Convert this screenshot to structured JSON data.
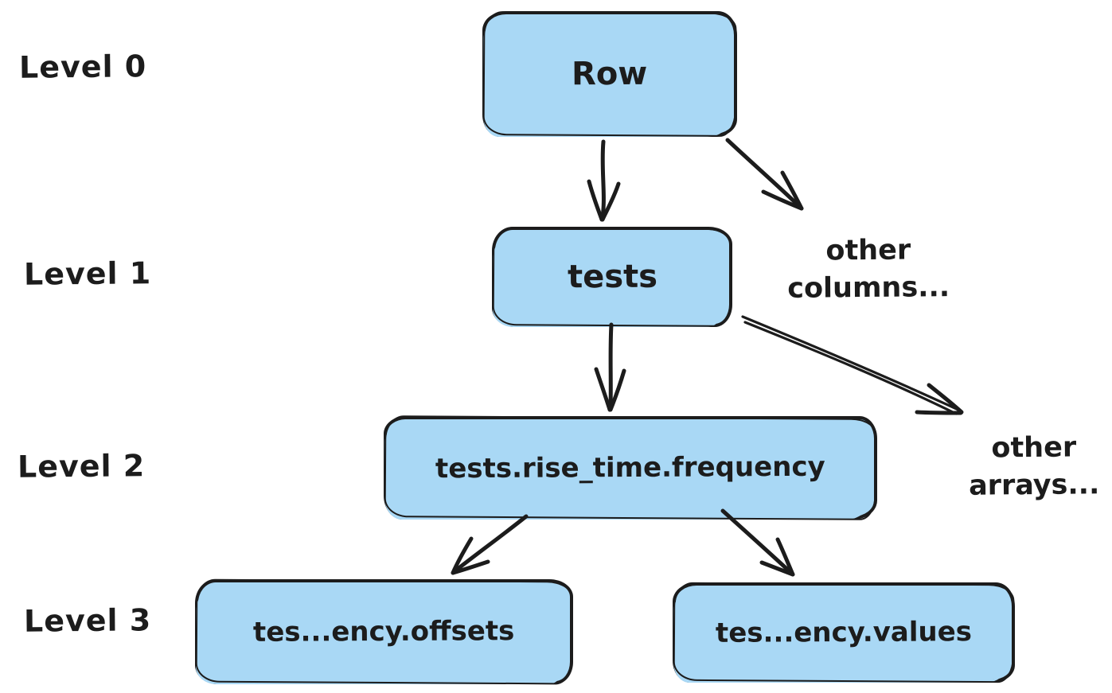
{
  "diagram": {
    "background_color": "#ffffff",
    "node_fill_color": "#a9d8f5",
    "stroke_color": "#1c1c1c",
    "levels": [
      {
        "label": "Level 0"
      },
      {
        "label": "Level 1"
      },
      {
        "label": "Level 2"
      },
      {
        "label": "Level 3"
      }
    ],
    "nodes": [
      {
        "id": "row",
        "label": "Row",
        "level": 0
      },
      {
        "id": "tests",
        "label": "tests",
        "level": 1
      },
      {
        "id": "frequency",
        "label": "tests.rise_time.frequency",
        "level": 2
      },
      {
        "id": "offsets",
        "label": "tes...ency.offsets",
        "level": 3
      },
      {
        "id": "values",
        "label": "tes...ency.values",
        "level": 3
      }
    ],
    "annotations": [
      {
        "id": "other-columns",
        "lines": [
          "other",
          "columns..."
        ]
      },
      {
        "id": "other-arrays",
        "lines": [
          "other",
          "arrays..."
        ]
      }
    ],
    "edges": [
      {
        "from": "row",
        "to": "tests"
      },
      {
        "from": "row",
        "to": "other-columns"
      },
      {
        "from": "tests",
        "to": "frequency"
      },
      {
        "from": "tests",
        "to": "other-arrays"
      },
      {
        "from": "frequency",
        "to": "offsets"
      },
      {
        "from": "frequency",
        "to": "values"
      }
    ]
  }
}
